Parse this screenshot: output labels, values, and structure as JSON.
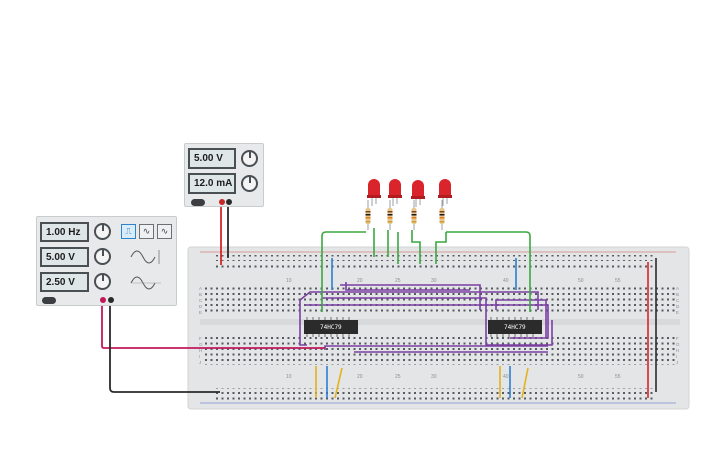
{
  "function_generator": {
    "frequency": "1.00 Hz",
    "amplitude": "5.00 V",
    "dc_offset": "2.50 V",
    "waveforms": [
      "square-wave-icon",
      "triangle-wave-icon",
      "sine-wave-icon"
    ],
    "selected_waveform": "square-wave-icon"
  },
  "power_supply": {
    "voltage": "5.00 V",
    "current": "12.0 mA"
  },
  "chips": [
    {
      "label": "74HC79"
    },
    {
      "label": "74HC79"
    }
  ],
  "leds": {
    "count": 4,
    "color": "#d8242a"
  },
  "breadboard": {
    "column_numbers": [
      "10",
      "20",
      "25",
      "30",
      "40",
      "50",
      "55"
    ],
    "row_letters_top": [
      "A",
      "B",
      "C",
      "D",
      "E"
    ],
    "row_letters_bottom": [
      "F",
      "G",
      "H",
      "I",
      "J"
    ]
  },
  "colors": {
    "wire_green": "#3aa83f",
    "wire_purple": "#7b3fa3",
    "wire_blue": "#2a7fd4",
    "wire_yellow": "#e2b21f",
    "wire_red": "#d8242a",
    "wire_black": "#2a2a2a",
    "wire_magenta": "#c2185b"
  }
}
